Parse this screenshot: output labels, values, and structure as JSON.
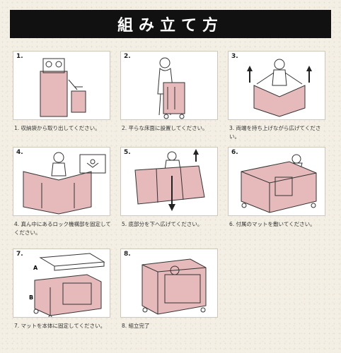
{
  "title": "組み立て方",
  "colors": {
    "banner": "#111111",
    "crib_fabric": "#e6b9bb",
    "background": "#f4efe4"
  },
  "steps": [
    {
      "num": "1.",
      "caption": "1. 収納袋から取り出してください。"
    },
    {
      "num": "2.",
      "caption": "2. 平らな床面に設置してください。"
    },
    {
      "num": "3.",
      "caption": "3. 両端を持ち上げながら広げてください。"
    },
    {
      "num": "4.",
      "caption": "4. 真ん中にあるロック機構部を固定してください。"
    },
    {
      "num": "5.",
      "caption": "5. 底部分を下へ広げてください。"
    },
    {
      "num": "6.",
      "caption": "6. 付属のマットを敷いてください。"
    },
    {
      "num": "7.",
      "caption": "7. マットを本体に固定してください。",
      "markers": [
        "A",
        "B"
      ]
    },
    {
      "num": "8.",
      "caption": "8. 組立完了"
    }
  ]
}
